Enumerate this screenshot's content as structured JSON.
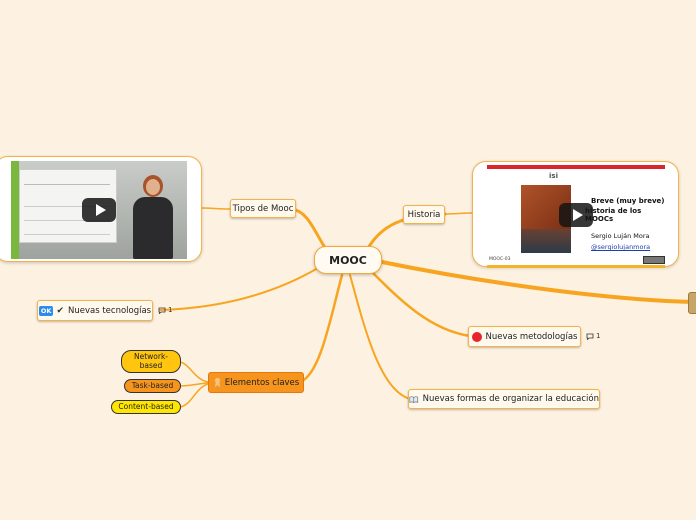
{
  "central": {
    "label": "MOOC"
  },
  "topics": {
    "tipos": {
      "label": "Tipos de Mooc"
    },
    "historia": {
      "label": "Historia"
    },
    "tecnologias": {
      "label": "Nuevas tecnologías",
      "badge": "OK",
      "check": "✔",
      "comments": "1"
    },
    "metodologias": {
      "label": "Nuevas metodologías",
      "comments": "1"
    },
    "elementos": {
      "label": "Elementos claves"
    },
    "formas": {
      "label": "Nuevas formas de organizar la educación"
    }
  },
  "subtopics": [
    {
      "label": "Network-based",
      "color": "#ffc50f"
    },
    {
      "label": "Task-based",
      "color": "#f7941d"
    },
    {
      "label": "Content-based",
      "color": "#ffe600"
    }
  ],
  "video_historia": {
    "slide_line1": "Breve (muy breve)",
    "slide_line2": "historia de los MOOCs",
    "author": "Sergio Luján Mora",
    "handle": "@sergiolujanmora",
    "footer": "MOOC-03",
    "logo_text": "isi"
  },
  "colors": {
    "branch": "#f7a521",
    "accent": "#f29b1c",
    "background": "#fdf1e1"
  },
  "icons": {
    "comment": "speech-bubble-icon",
    "book": "open-book-icon",
    "elements": "ribbon-icon"
  }
}
